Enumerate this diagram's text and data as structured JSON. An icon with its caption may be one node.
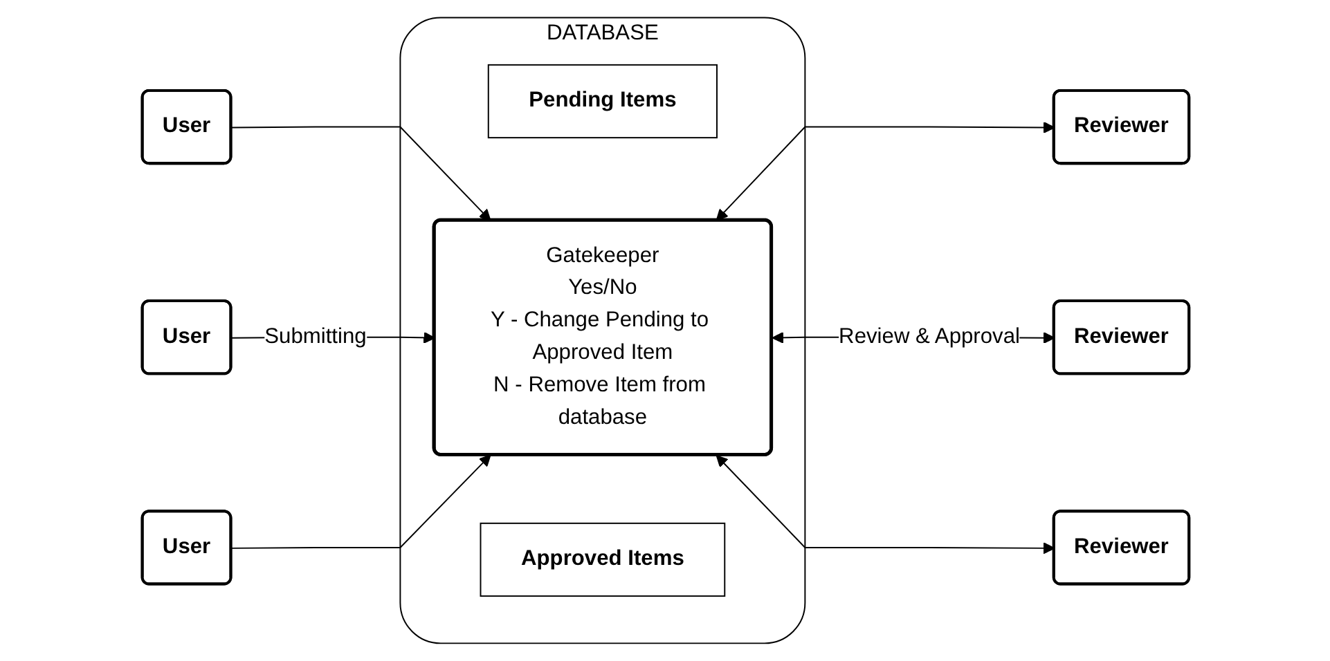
{
  "diagram": {
    "nodes": [
      {
        "text": [
          "User"
        ]
      },
      {
        "text": [
          "User"
        ]
      },
      {
        "text": [
          "User"
        ]
      },
      {
        "text": [
          "DATABASE"
        ]
      },
      {
        "text": [
          "Pending Items"
        ],
        "in": 3
      },
      {
        "text": [
          "Gatekeeper",
          "Yes/No",
          "Y - Change Pending to Approved Item",
          "N - Remove Item from database"
        ],
        "in": 3
      },
      {
        "text": [
          "Approved Items"
        ],
        "in": 3
      },
      {
        "text": [
          "Reviewer"
        ]
      },
      {
        "text": [
          "Reviewer"
        ]
      },
      {
        "text": [
          "Reviewer"
        ]
      }
    ],
    "edges": [
      {
        "from": 0,
        "to": 5,
        "arrow": "to"
      },
      {
        "from": 1,
        "to": 5,
        "arrow": "to",
        "label": "Submitting"
      },
      {
        "from": 2,
        "to": 5,
        "arrow": "to"
      },
      {
        "from": 5,
        "to": 7,
        "arrow": "both"
      },
      {
        "from": 5,
        "to": 8,
        "arrow": "both",
        "label": "Review & Approval"
      },
      {
        "from": 5,
        "to": 9,
        "arrow": "both"
      }
    ]
  }
}
